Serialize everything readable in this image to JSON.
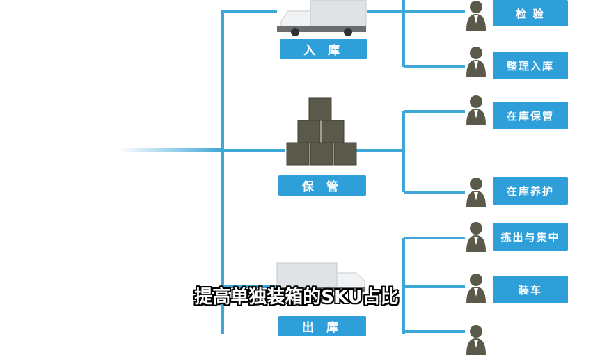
{
  "stages": {
    "inbound": {
      "label": "入 库",
      "icon": "truck-icon"
    },
    "storage": {
      "label": "保 管",
      "icon": "boxes-icon"
    },
    "outbound": {
      "label": "出 库",
      "icon": "truck-icon"
    }
  },
  "tasks": [
    {
      "label": "检 验",
      "icon": "person-icon"
    },
    {
      "label": "整理入库",
      "icon": "person-icon"
    },
    {
      "label": "在库保管",
      "icon": "person-icon"
    },
    {
      "label": "在库养护",
      "icon": "person-icon"
    },
    {
      "label": "拣出与集中",
      "icon": "person-icon"
    },
    {
      "label": "装车",
      "icon": "person-icon"
    }
  ],
  "caption": "提高单独装箱的SKU占比",
  "colors": {
    "accent": "#2f9fd9",
    "figure": "#5b5a4a",
    "line": "#3fa6d8"
  }
}
